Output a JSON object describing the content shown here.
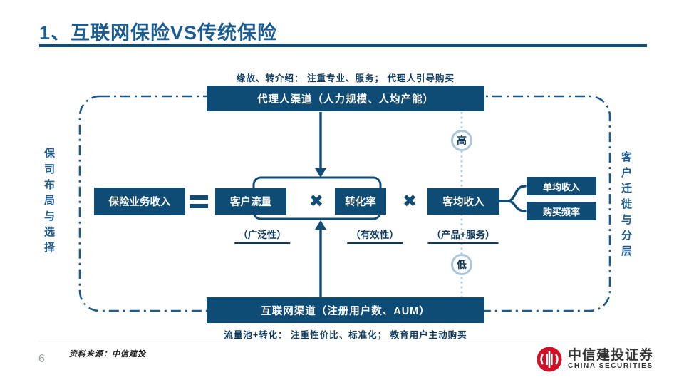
{
  "slide": {
    "title": "1、互联网保险VS传统保险",
    "page_number": "6",
    "source_note": "资料来源：中信建投"
  },
  "diagram": {
    "top_annotation": "缘故、转介绍：  注重专业、服务；  代理人引导购买",
    "top_channel": "代理人渠道（人力规模、人均产能）",
    "bottom_channel": "互联网渠道（注册用户数、AUM）",
    "bottom_annotation": "流量池+转化：  注重性价比、标准化；  教育用户主动购买",
    "left_axis_label": "保司布局与选择",
    "right_axis_label": "客户迁徙与分层",
    "formula": {
      "result": "保险业务收入",
      "equals": "=",
      "factor1": "客户流量",
      "times1": "✖",
      "factor2": "转化率",
      "times2": "✖",
      "factor3": "客均收入"
    },
    "factor_notes": {
      "breadth": "（广泛性）",
      "effectiveness": "（有效性）",
      "product_service": "（产品+服务）"
    },
    "split_boxes": {
      "per_policy_income": "单均收入",
      "purchase_frequency": "购买频率"
    },
    "high_label": "高",
    "low_label": "低"
  },
  "logo": {
    "company_cn": "中信建投证券",
    "company_en": "CHINA SECURITIES"
  },
  "colors": {
    "accent_dark_blue": "#0f4c75",
    "title_blue": "#1b5c92",
    "light_blue_dotted": "#aac9e2",
    "logo_red": "#ce1126"
  }
}
